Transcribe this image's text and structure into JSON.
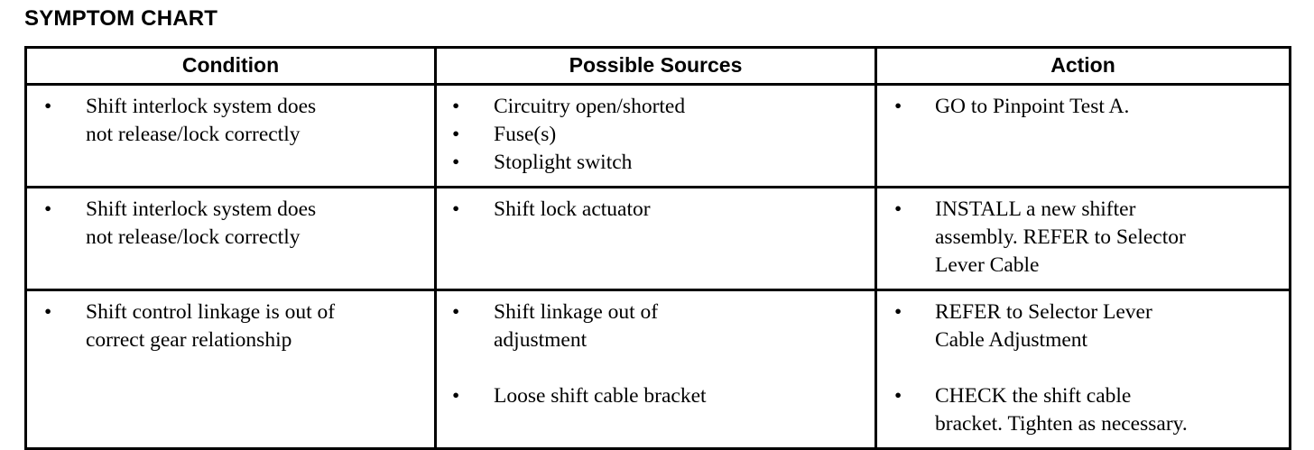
{
  "document": {
    "title": "SYMPTOM CHART"
  },
  "table": {
    "headers": {
      "condition": "Condition",
      "sources": "Possible Sources",
      "action": "Action"
    },
    "bullet_glyph": "•",
    "rows": [
      {
        "condition": [
          "Shift interlock system does\nnot release/lock correctly"
        ],
        "sources": [
          "Circuitry open/shorted",
          "Fuse(s)",
          "Stoplight switch"
        ],
        "action": [
          "GO to Pinpoint Test A."
        ],
        "spaced_sources": false,
        "spaced_action": false
      },
      {
        "condition": [
          "Shift interlock system does\nnot release/lock correctly"
        ],
        "sources": [
          "Shift lock actuator"
        ],
        "action": [
          "INSTALL a new shifter\nassembly. REFER to Selector\nLever Cable"
        ],
        "spaced_sources": false,
        "spaced_action": false
      },
      {
        "condition": [
          "Shift control linkage is out of\ncorrect gear relationship"
        ],
        "sources": [
          "Shift linkage out of\nadjustment",
          "Loose shift cable bracket"
        ],
        "action": [
          "REFER to Selector Lever\nCable Adjustment",
          "CHECK the shift cable\nbracket. Tighten as necessary."
        ],
        "spaced_sources": true,
        "spaced_action": true
      }
    ]
  },
  "colors": {
    "text": "#000000",
    "border": "#000000",
    "background": "#ffffff"
  }
}
